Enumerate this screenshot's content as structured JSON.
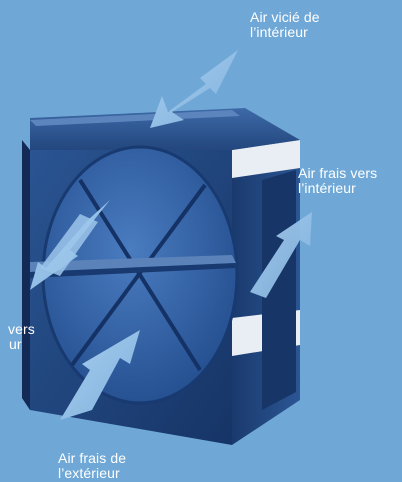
{
  "diagram": {
    "labels": {
      "stale_air_from_inside": [
        "Air vicié de",
        "l’intérieur"
      ],
      "fresh_air_to_inside": [
        "Air frais vers",
        "l’intérieur"
      ],
      "stale_air_to_outside_partial": [
        "vers",
        "ur"
      ],
      "fresh_air_from_outside": [
        "Air frais de",
        "l’extérieur"
      ]
    },
    "colors": {
      "background": "#6fa8d6",
      "unit_dark": "#1c3f78",
      "wheel": "#2f60a3",
      "arrow": "#8fbde3",
      "white_band": "#e9eef5",
      "text": "#ffffff"
    }
  }
}
